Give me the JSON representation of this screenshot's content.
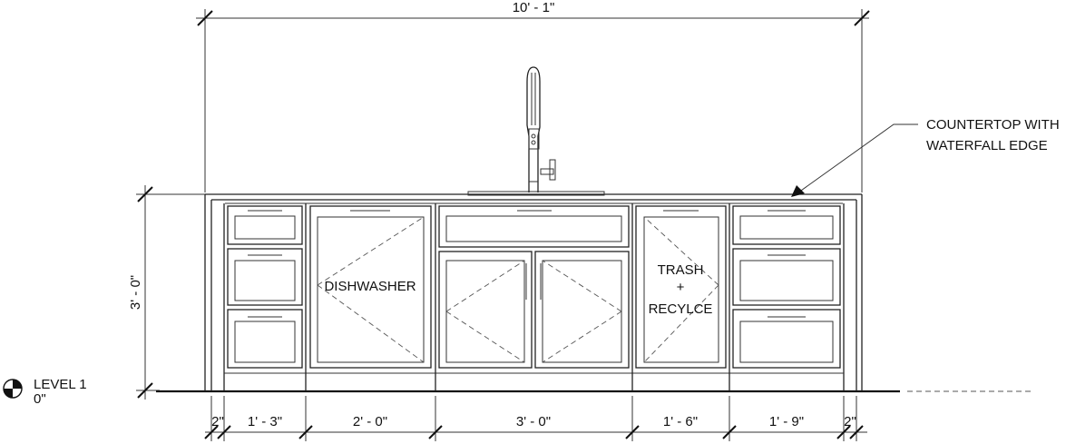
{
  "dimensions": {
    "overall_width": "10' - 1\"",
    "height": "3' - 0\"",
    "bottom": [
      "2\"",
      "1' - 3\"",
      "2' - 0\"",
      "3' - 0\"",
      "1' - 6\"",
      "1' - 9\"",
      "2\""
    ]
  },
  "labels": {
    "dishwasher": "DISHWASHER",
    "trash_line1": "TRASH",
    "trash_line2": "+",
    "trash_line3": "RECYLCE",
    "countertop_line1": "COUNTERTOP WITH",
    "countertop_line2": "WATERFALL EDGE"
  },
  "level": {
    "name": "LEVEL 1",
    "elevation": "0\""
  },
  "icons": [
    "level-datum-icon",
    "faucet-icon",
    "drawer-pull-icon",
    "door-handle-icon"
  ]
}
